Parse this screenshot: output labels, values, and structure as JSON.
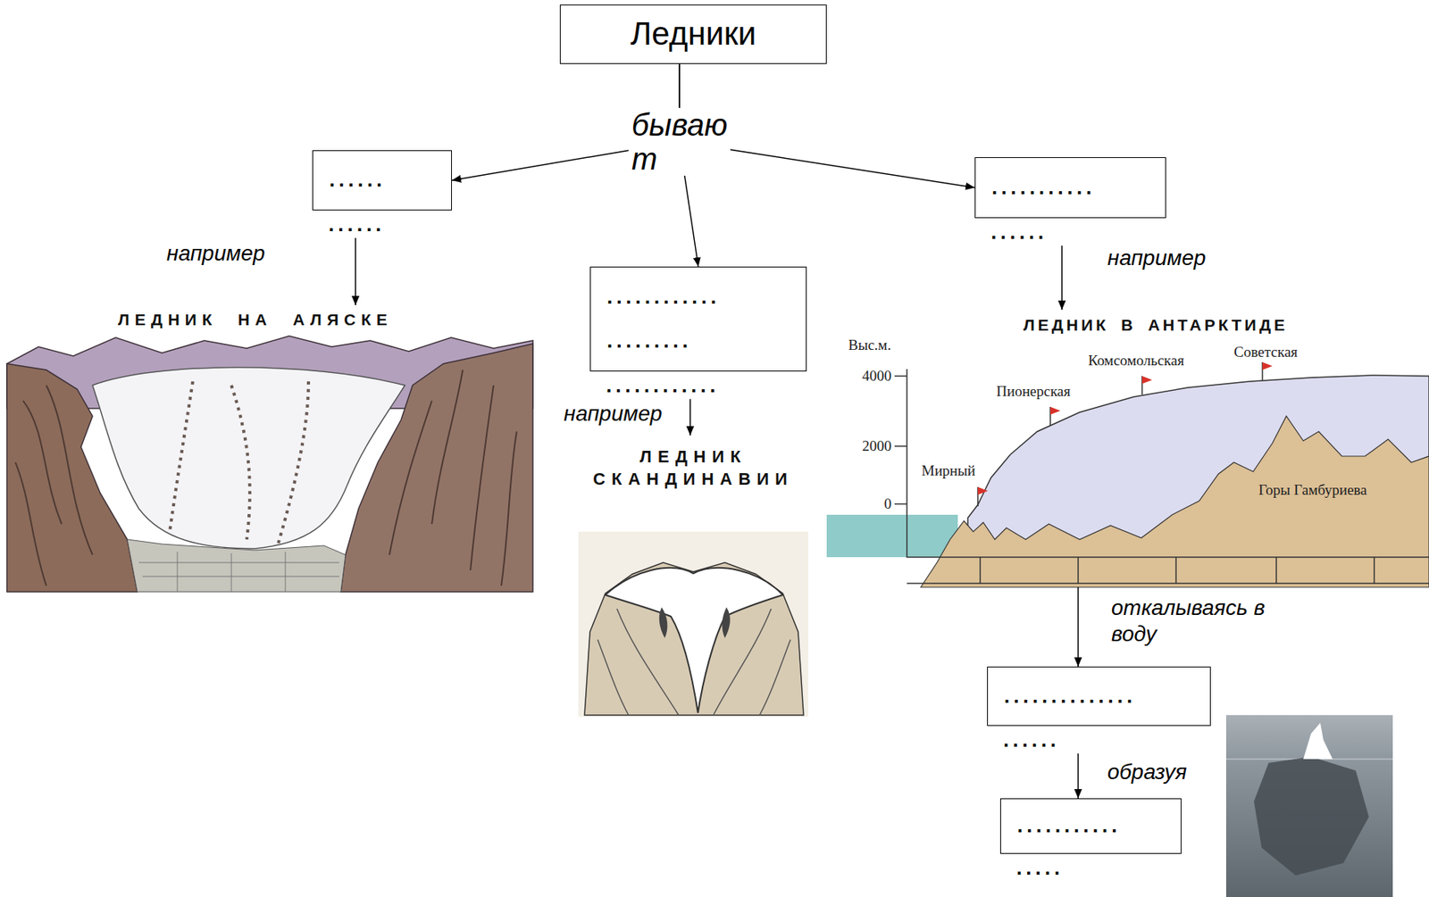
{
  "diagram": {
    "nodes": [
      {
        "text": [
          "Ледники"
        ]
      },
      {
        "text": [
          "......",
          "......"
        ]
      },
      {
        "text": [
          "............ .........",
          "............"
        ]
      },
      {
        "text": [
          "...........",
          "......"
        ]
      },
      {
        "text": [
          "ЛЕДНИК НА АЛЯСКЕ"
        ]
      },
      {
        "text": [
          "ЛЕДНИК СКАНДИНАВИИ"
        ]
      },
      {
        "text": [
          "ЛЕДНИК В АНТАРКТИДЕ"
        ]
      },
      {
        "text": [
          "..............",
          "......"
        ]
      },
      {
        "text": [
          "...........",
          "....."
        ]
      }
    ],
    "edges": [
      {
        "from": 0,
        "to": 1,
        "arrow": "to"
      },
      {
        "from": 0,
        "to": 2,
        "arrow": "to"
      },
      {
        "from": 0,
        "to": 3,
        "arrow": "to"
      },
      {
        "from": 1,
        "to": 4,
        "label": "например",
        "arrow": "to"
      },
      {
        "from": 2,
        "to": 5,
        "label": "например",
        "arrow": "to"
      },
      {
        "from": 3,
        "to": 6,
        "label": "например",
        "arrow": "to"
      },
      {
        "from": 6,
        "to": 7,
        "label": "откалываясь в воду",
        "arrow": "to"
      },
      {
        "from": 7,
        "to": 8,
        "label": "образуя",
        "arrow": "to"
      }
    ],
    "labels": [
      "бываю т",
      "Выс.м.",
      "4000",
      "2000",
      "0",
      "Мирный",
      "Пионерская",
      "Комсомольская",
      "Советская",
      "Горы Гамбуриева"
    ]
  }
}
